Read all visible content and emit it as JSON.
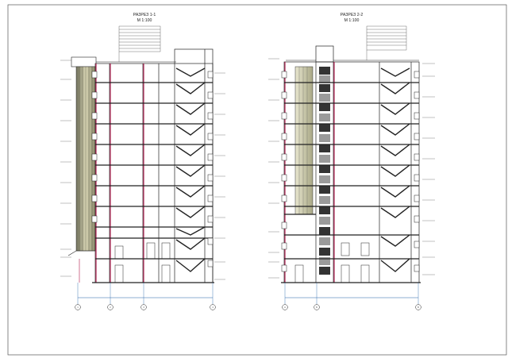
{
  "section_1": {
    "title": "РАЗРЕЗ 1-1",
    "scale": "М 1:100",
    "axes": [
      "1",
      "2",
      "3",
      "4"
    ]
  },
  "section_2": {
    "title": "РАЗРЕЗ 2-2",
    "scale": "М 1:100",
    "axes": [
      "А",
      "Б",
      "В"
    ]
  },
  "colors": {
    "ink": "#222222",
    "accent": "#b0164a",
    "hatch": "#c9c38a",
    "dim": "#1f5fa6"
  }
}
